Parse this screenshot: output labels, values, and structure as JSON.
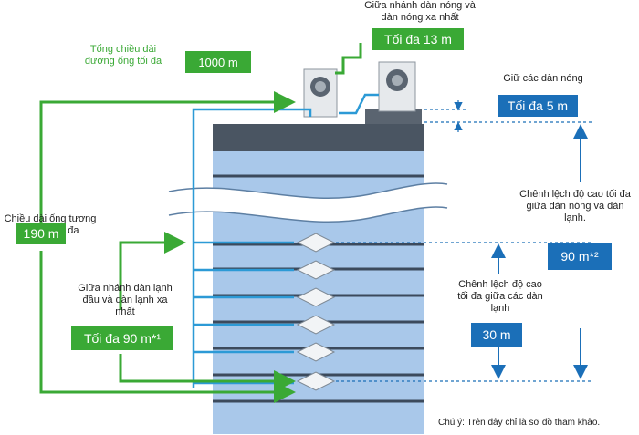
{
  "labels": {
    "max_total_length_caption": "Tổng chiều dài\nđường ống tối đa",
    "max_total_length_value": "1000 m",
    "outdoor_branch_caption": "Giữa nhánh dàn nóng và\ndàn nóng xa nhất",
    "outdoor_branch_value": "Tối đa 13 m",
    "between_outdoor_caption": "Giữ các dàn nóng",
    "between_outdoor_value": "Tối đa 5 m",
    "outdoor_indoor_height_caption": "Chênh lệch độ cao tối đa\ngiữa dàn nóng và dàn\nlạnh.",
    "outdoor_indoor_height_value": "90 m*²",
    "equivalent_length_caption": "Chiều dài ống tương\nđương tối đa",
    "equivalent_length_value": "190 m",
    "indoor_branch_caption": "Giữa nhánh dàn lạnh\nđầu và dàn lạnh xa\nnhất",
    "indoor_branch_value": "Tối đa 90 m*¹",
    "indoor_height_caption": "Chênh lệch độ cao\ntối đa giữa các dàn\nlạnh",
    "indoor_height_value": "30 m",
    "footnote": "Chú ý: Trên đây chỉ là sơ đồ tham khảo."
  },
  "colors": {
    "green": "#3aa935",
    "blue": "#1b6fb8",
    "building_light": "#a9c8ea",
    "building_dark": "#4a5562",
    "pipe": "#2c9ad6"
  }
}
